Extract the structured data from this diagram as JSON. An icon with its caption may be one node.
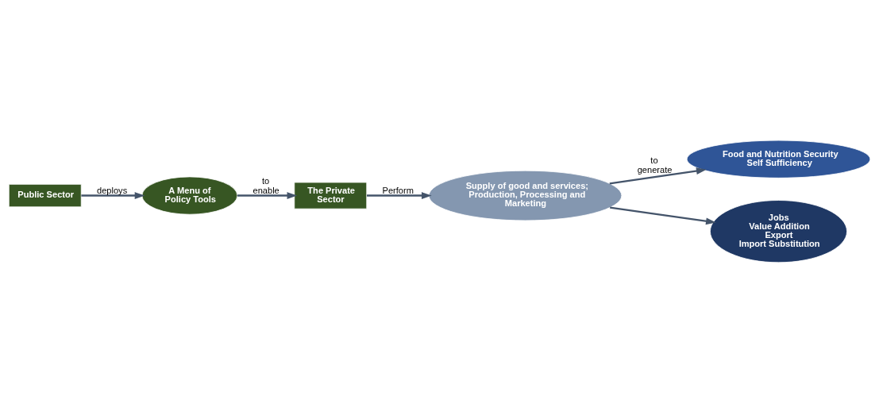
{
  "diagram": {
    "nodes": [
      {
        "text": [
          "Public Sector"
        ]
      },
      {
        "text": [
          "A Menu of Policy Tools"
        ]
      },
      {
        "text": [
          "The Private Sector"
        ]
      },
      {
        "text": [
          "Supply of good and services; Production, Processing and Marketing"
        ]
      },
      {
        "text": [
          "Food and Nutrition Security",
          "Self Sufficiency"
        ]
      },
      {
        "text": [
          "Jobs",
          "Value Addition",
          "Export",
          "Import Substitution"
        ]
      }
    ],
    "edges": [
      {
        "from": 0,
        "to": 1,
        "arrow": "to",
        "label": "deploys"
      },
      {
        "from": 1,
        "to": 2,
        "arrow": "to",
        "label": "to enable"
      },
      {
        "from": 2,
        "to": 3,
        "arrow": "to",
        "label": "Perform"
      },
      {
        "from": 3,
        "to": 4,
        "arrow": "to",
        "label": "to generate"
      },
      {
        "from": 3,
        "to": 5,
        "arrow": "to"
      }
    ]
  }
}
